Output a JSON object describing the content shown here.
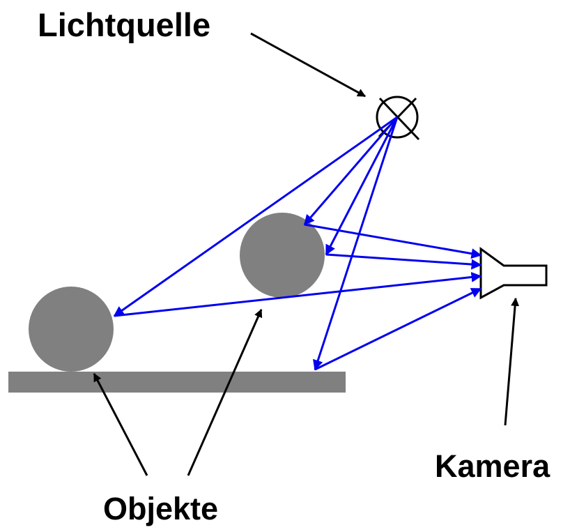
{
  "labels": {
    "light_source": "Lichtquelle",
    "camera": "Kamera",
    "objects": "Objekte"
  },
  "colors": {
    "ray": "#0000ee",
    "object": "#808080",
    "pointer": "#000000",
    "background": "#ffffff"
  },
  "icons": {
    "light_source": "crossed-circle-lamp-icon",
    "camera": "camera-outline-icon"
  }
}
